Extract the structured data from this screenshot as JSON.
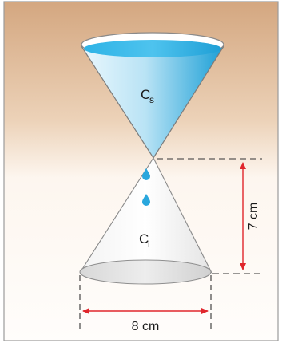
{
  "figure": {
    "upper_cone_label": "C",
    "upper_cone_subscript": "s",
    "lower_cone_label": "C",
    "lower_cone_subscript": "i",
    "height_dimension": "7 cm",
    "diameter_dimension": "8 cm"
  },
  "colors": {
    "background_top": "#d6ab87",
    "background_bottom": "#fbf4ec",
    "frame": "#9b9b9b",
    "water_light": "#dff2fb",
    "water_dark": "#1fa6d9",
    "water_surface": "#45c0ec",
    "droplet": "#2aa7dd",
    "cone_outline": "#7a7a7a",
    "dimension_line": "#e0262c",
    "dashed_line": "#333333"
  }
}
